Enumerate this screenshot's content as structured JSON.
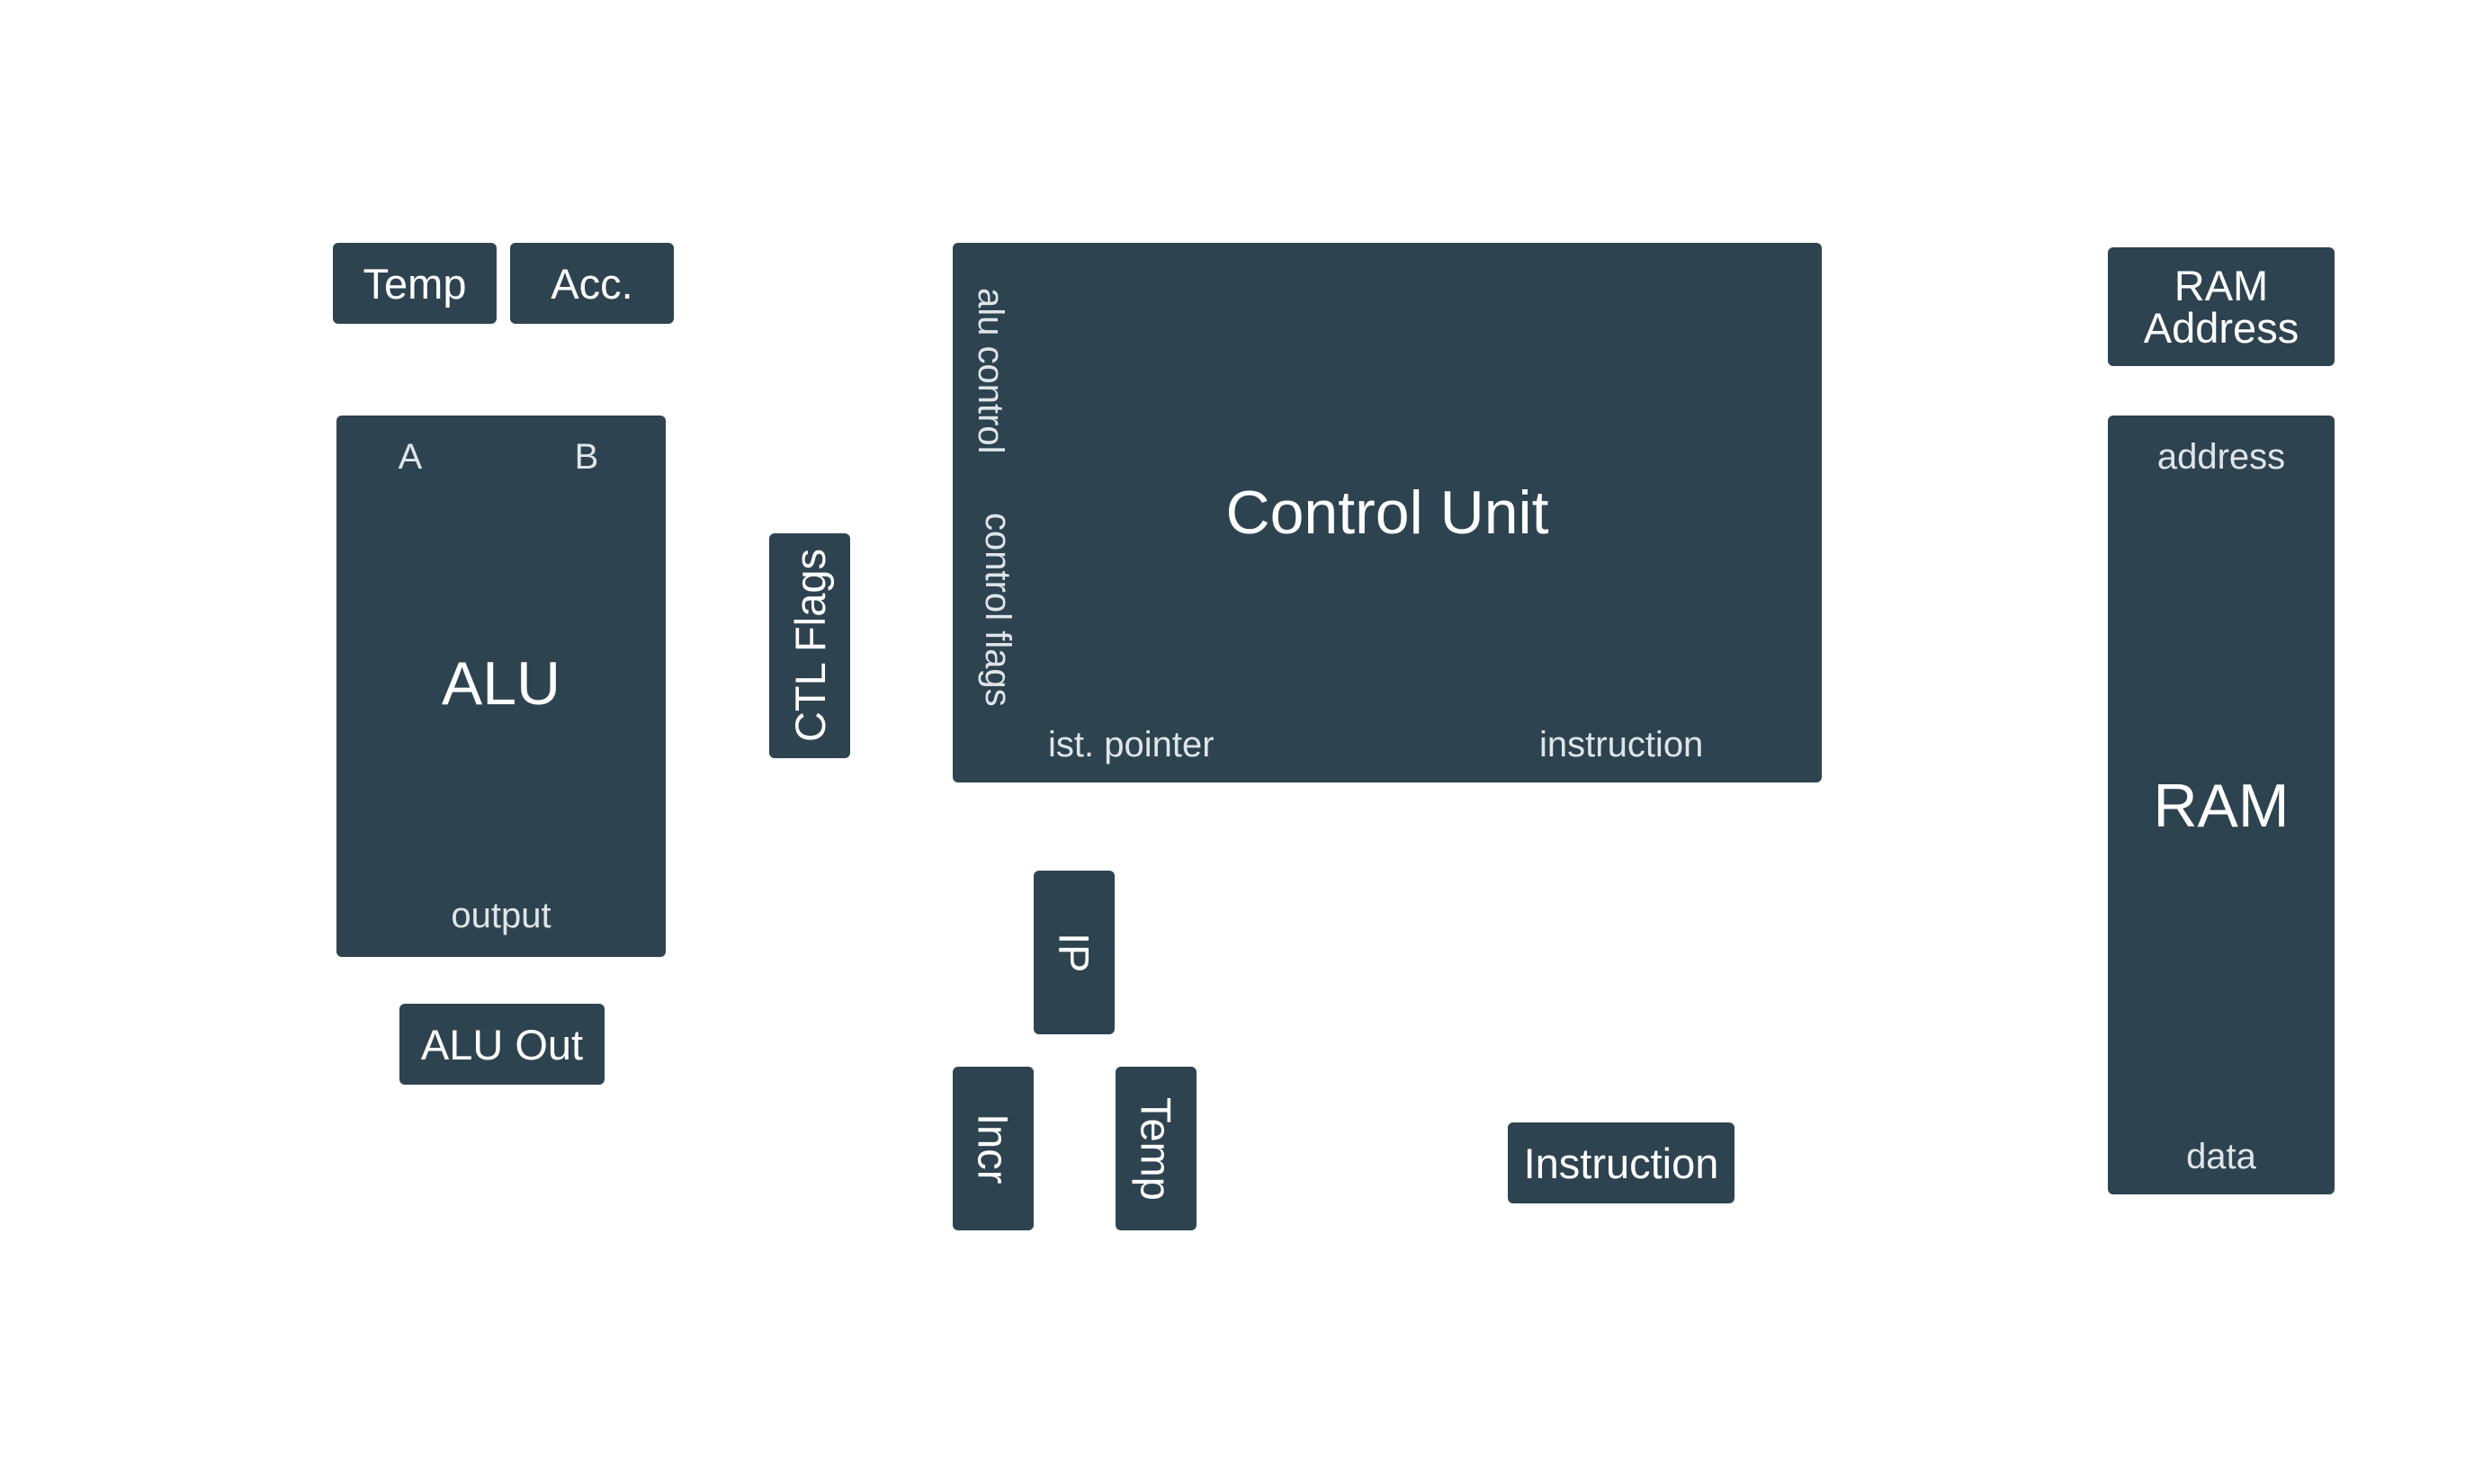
{
  "colors": {
    "background": "#ffffff",
    "box_fill": "#2e4350",
    "text": "#ffffff"
  },
  "registers": {
    "temp": "Temp",
    "acc": "Acc.",
    "alu_out": "ALU Out",
    "ctl_flags": "CTL Flags",
    "ip": "IP",
    "incr": "Incr",
    "ip_temp": "Temp",
    "instruction": "Instruction",
    "ram_address": "RAM Address"
  },
  "alu": {
    "title": "ALU",
    "input_a": "A",
    "input_b": "B",
    "output": "output"
  },
  "control_unit": {
    "title": "Control Unit",
    "alu_control": "alu control",
    "control_flags": "control flags",
    "ist_pointer": "ist. pointer",
    "instruction": "instruction"
  },
  "ram": {
    "title": "RAM",
    "address": "address",
    "data": "data"
  }
}
